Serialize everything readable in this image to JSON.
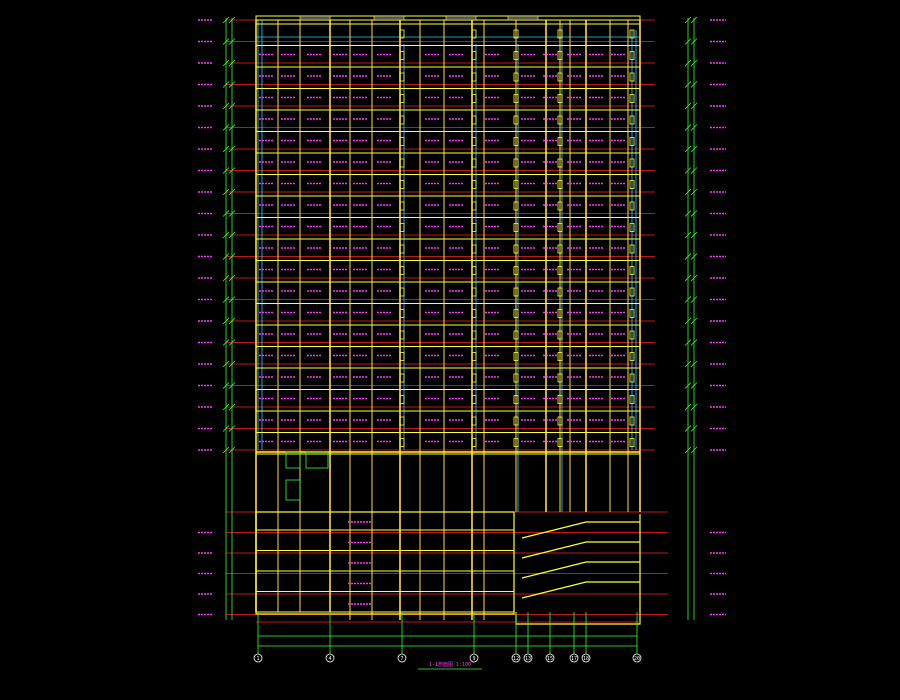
{
  "drawing": {
    "title": "1-1剖面图 1:100",
    "floor_count": 20,
    "basement_levels": 5,
    "axis_labels": [
      "1",
      "4",
      "7",
      "9",
      "12",
      "13",
      "15",
      "17",
      "18",
      "20"
    ],
    "basement_labels": [
      "-1F",
      "-2F",
      "-3F",
      "-4F",
      "-5F"
    ],
    "colors": {
      "background": "#000000",
      "beam": "#ffff33",
      "column": "#ffd84a",
      "level_line": "#ff2020",
      "dimension": "#33ff33",
      "text": "#ff33ff",
      "glass": "#33ccff",
      "axis_line": "#33ff33",
      "bubble": "#ffffff"
    }
  }
}
